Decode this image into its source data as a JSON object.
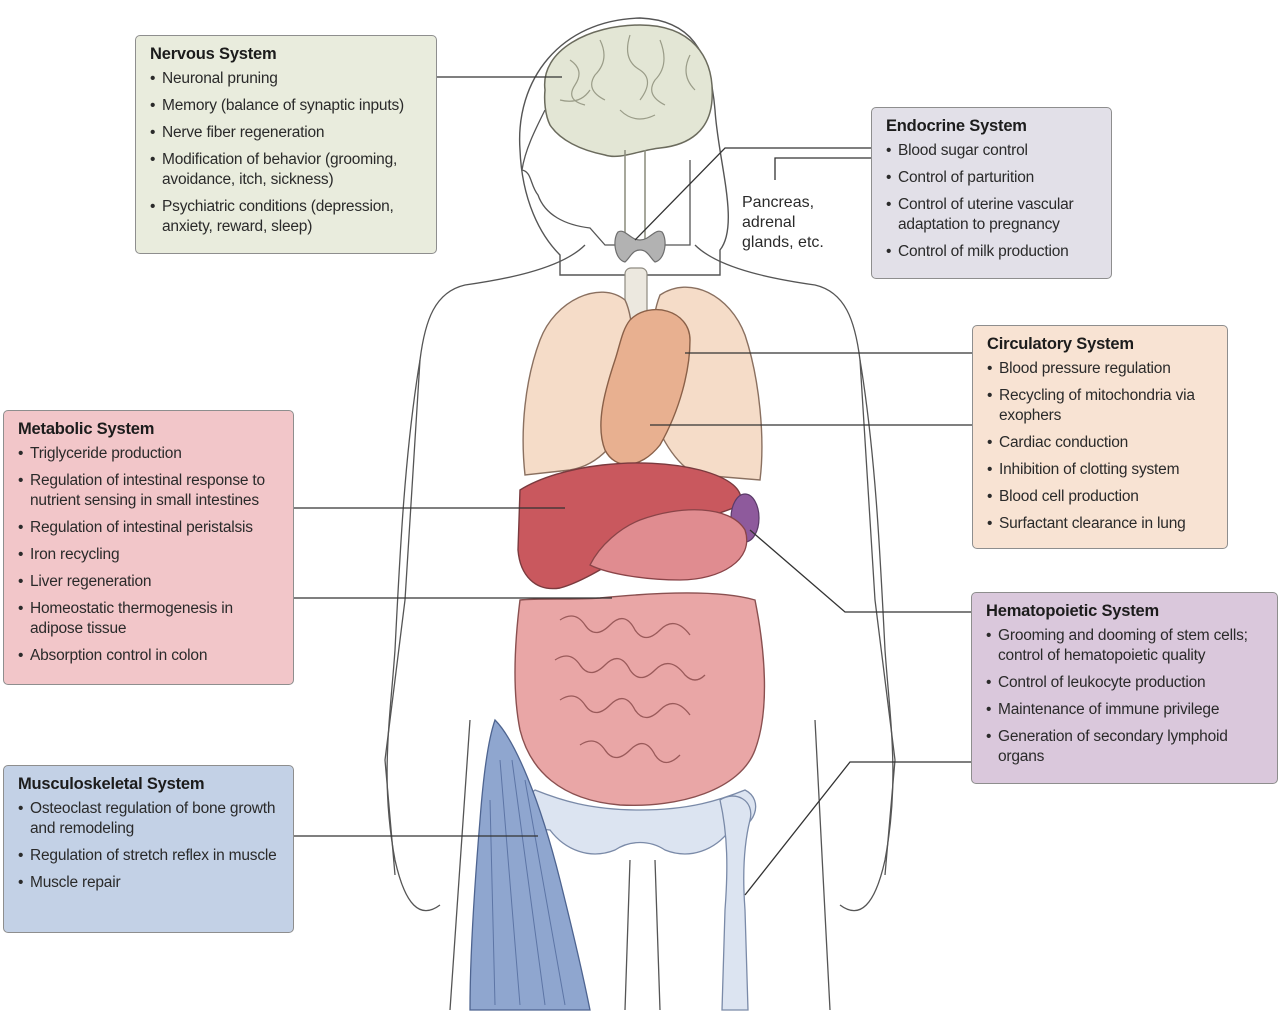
{
  "colors": {
    "nervous": "#e9ecdd",
    "endocrine": "#e2e0e8",
    "circulatory": "#f8e3d3",
    "metabolic": "#f2c6c9",
    "musculoskeletal": "#c3d1e6",
    "hematopoietic": "#dac8dc"
  },
  "systems": {
    "nervous": {
      "title": "Nervous System",
      "items": [
        "Neuronal pruning",
        "Memory (balance of synaptic inputs)",
        "Nerve fiber regeneration",
        "Modification of behavior (grooming, avoidance, itch, sickness)",
        "Psychiatric conditions (depression, anxiety, reward, sleep)"
      ]
    },
    "endocrine": {
      "title": "Endocrine System",
      "items": [
        "Blood sugar control",
        "Control of parturition",
        "Control of uterine vascular adaptation to pregnancy",
        "Control of milk production"
      ]
    },
    "circulatory": {
      "title": "Circulatory System",
      "items": [
        "Blood pressure regulation",
        "Recycling of mitochondria via exophers",
        "Cardiac conduction",
        "Inhibition of clotting system",
        "Blood cell production",
        "Surfactant clearance in lung"
      ]
    },
    "metabolic": {
      "title": "Metabolic System",
      "items": [
        "Triglyceride production",
        "Regulation of intestinal response to nutrient sensing in small intestines",
        "Regulation of intestinal peristalsis",
        "Iron recycling",
        "Liver regeneration",
        "Homeostatic thermogenesis in adipose tissue",
        "Absorption control in colon"
      ]
    },
    "musculoskeletal": {
      "title": "Musculoskeletal System",
      "items": [
        "Osteoclast regulation of bone growth and remodeling",
        "Regulation of stretch reflex in muscle",
        "Muscle repair"
      ]
    },
    "hematopoietic": {
      "title": "Hematopoietic System",
      "items": [
        "Grooming and dooming of stem cells; control of hematopoietic quality",
        "Control of leukocyte production",
        "Maintenance of immune privilege",
        "Generation of secondary lymphoid organs"
      ]
    }
  },
  "endocrine_note": "Pancreas,\nadrenal\nglands, etc."
}
